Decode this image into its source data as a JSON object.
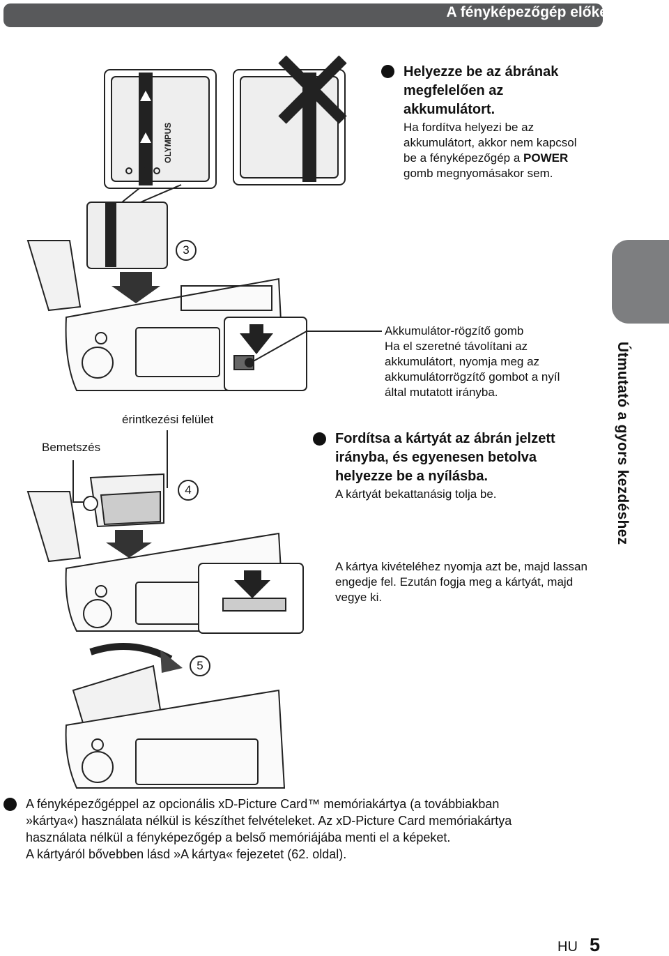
{
  "header": {
    "title": "A fényképezőgép előkészítése"
  },
  "side_tab": {
    "label": "Útmutató a gyors kezdéshez"
  },
  "battery_section": {
    "title": "Helyezze be az ábrának megfelelően az akkumulátort.",
    "title_lines": [
      "Helyezze be az ábrának",
      "megfelelően az",
      "akkumulátort."
    ],
    "body_lines": [
      "Ha fordítva helyezi be az",
      "akkumulátort, akkor nem kapcsol",
      "be a fényképezőgép a",
      "gomb megnyomásakor sem."
    ],
    "power_word": "POWER",
    "brand_logo": "OLYMPUS"
  },
  "steps": {
    "step3": "3",
    "step4": "4",
    "step5": "5"
  },
  "lock_button": {
    "lines": [
      "Akkumulátor-rögzítő gomb",
      "Ha el szeretné távolítani az",
      "akkumulátort, nyomja meg az",
      "akkumulátorrögzítő gombot a nyíl",
      "által mutatott irányba."
    ]
  },
  "card_section": {
    "title_lines": [
      "Fordítsa a kártyát az ábrán jelzett",
      "irányba, és egyenesen betolva",
      "helyezze be a nyílásba."
    ],
    "subtitle": "A kártyát bekattanásig tolja be.",
    "remove_lines": [
      "A kártya kivételéhez nyomja azt be, majd lassan",
      "engedje fel. Ezután fogja meg a kártyát, majd",
      "vegye ki."
    ]
  },
  "labels": {
    "notch": "Bemetszés",
    "contact": "érintkezési felület"
  },
  "note": {
    "lines": [
      "A fényképezőgéppel az opcionális xD-Picture Card™ memóriakártya (a továbbiakban",
      "»kártya«) használata nélkül is készíthet felvételeket. Az xD-Picture Card memóriakártya",
      "használata nélkül a fényképezőgép a belső memóriájába menti el a képeket.",
      "A kártyáról bővebben lásd »A kártya« fejezetet (62. oldal)."
    ]
  },
  "footer": {
    "lang": "HU",
    "page": "5"
  }
}
